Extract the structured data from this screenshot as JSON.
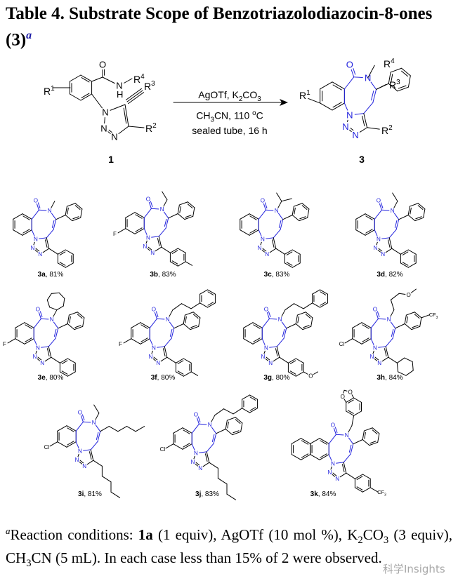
{
  "title": {
    "main": "Table 4. Substrate Scope of Benzotriazolodiazocin-8-ones (3)",
    "sup": "a"
  },
  "scheme": {
    "reagents": [
      "AgOTf, K",
      "2",
      "CO",
      "3"
    ],
    "conditions": [
      "CH",
      "3",
      "CN, 110 ",
      "o",
      "C"
    ],
    "time": "sealed tube, 16 h",
    "sm_label": "1",
    "product_label": "3",
    "r": "R",
    "r1": "1",
    "r2": "2",
    "r3": "3",
    "r4": "4",
    "h": "H"
  },
  "atoms": {
    "N": "N",
    "O": "O",
    "F": "F",
    "Cl": "Cl",
    "CF": "CF",
    "three": "3"
  },
  "colors": {
    "core": "#2222dd",
    "bond": "#000000"
  },
  "compounds": [
    {
      "id": "3a",
      "yield": ", 81%",
      "nsub": "methyl",
      "c3": "phenyl",
      "c4": "phenyl",
      "r1": ""
    },
    {
      "id": "3b",
      "yield": ", 83%",
      "nsub": "ethyl",
      "c3": "phenyl",
      "c4": "tolyl",
      "r1": "F"
    },
    {
      "id": "3c",
      "yield": ", 83%",
      "nsub": "isopropyl",
      "c3": "phenyl",
      "c4": "phenyl",
      "r1": ""
    },
    {
      "id": "3d",
      "yield": ", 82%",
      "nsub": "ethyl",
      "c3": "phenyl",
      "c4": "phenyl",
      "r1": ""
    },
    {
      "id": "3e",
      "yield": ", 80%",
      "nsub": "cycloheptyl",
      "c3": "phenyl",
      "c4": "phenyl",
      "r1": "F"
    },
    {
      "id": "3f",
      "yield": ", 80%",
      "nsub": "phenylpropyl",
      "c3": "phenyl",
      "c4": "tolyl",
      "r1": "F"
    },
    {
      "id": "3g",
      "yield": ", 80%",
      "nsub": "phenylpropyl",
      "c3": "phenyl",
      "c4": "anisyl",
      "r1": ""
    },
    {
      "id": "3h",
      "yield": ", 84%",
      "nsub": "methoxypropyl",
      "c3": "cf3phenyl",
      "c4": "cyclohexyl",
      "r1": "Cl"
    },
    {
      "id": "3i",
      "yield": ", 81%",
      "nsub": "ethyl",
      "c3": "pentyl",
      "c4": "pentyl",
      "r1": "Cl"
    },
    {
      "id": "3j",
      "yield": ", 83%",
      "nsub": "phenylpropyl",
      "c3": "phenyl",
      "c4": "pentyl",
      "r1": "Cl"
    },
    {
      "id": "3k",
      "yield": ", 84%",
      "nsub": "piperonyl",
      "c3": "phenyl",
      "c4": "cf3phenyl",
      "r1": "",
      "naphtho": true
    }
  ],
  "footnote": {
    "sup": "a",
    "parts": [
      "Reaction conditions: ",
      "1a",
      " (1 equiv), AgOTf (10 mol %), K",
      "2",
      "CO",
      "3",
      " (3 equiv), CH",
      "3",
      "CN (5 mL). In each case less than 15% of 2 were observed."
    ]
  },
  "watermark": "科学Insights"
}
